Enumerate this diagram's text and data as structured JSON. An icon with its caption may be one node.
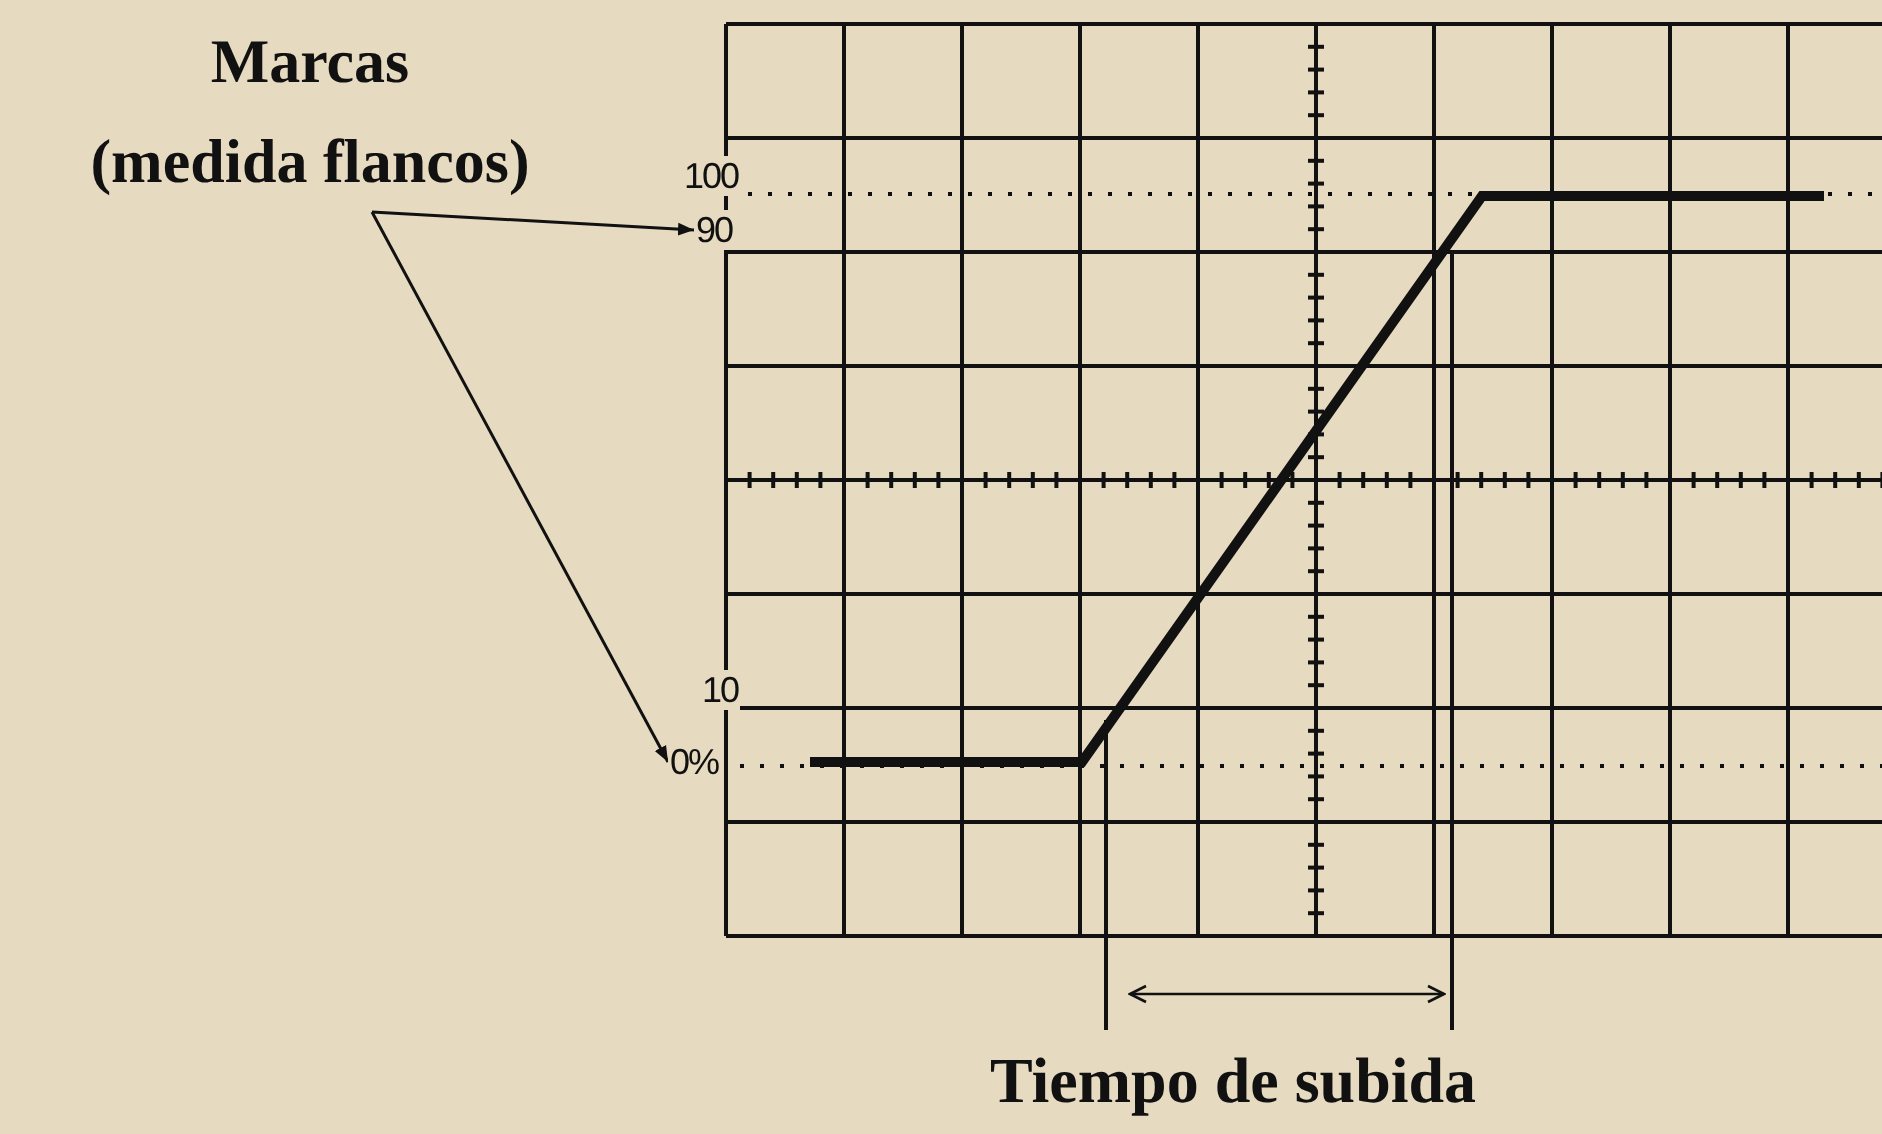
{
  "diagram": {
    "nodes": [
      {
        "text": [
          "Marcas",
          "(medida flancos)"
        ]
      },
      {
        "text": [
          "100"
        ]
      },
      {
        "text": [
          "90"
        ]
      },
      {
        "text": [
          "10"
        ]
      },
      {
        "text": [
          "0%"
        ]
      }
    ],
    "edges": [
      {
        "from": 0,
        "to": 2,
        "arrow": "to"
      },
      {
        "from": 0,
        "to": 4,
        "arrow": "to"
      }
    ],
    "labels": [
      "Tiempo de subida"
    ]
  }
}
